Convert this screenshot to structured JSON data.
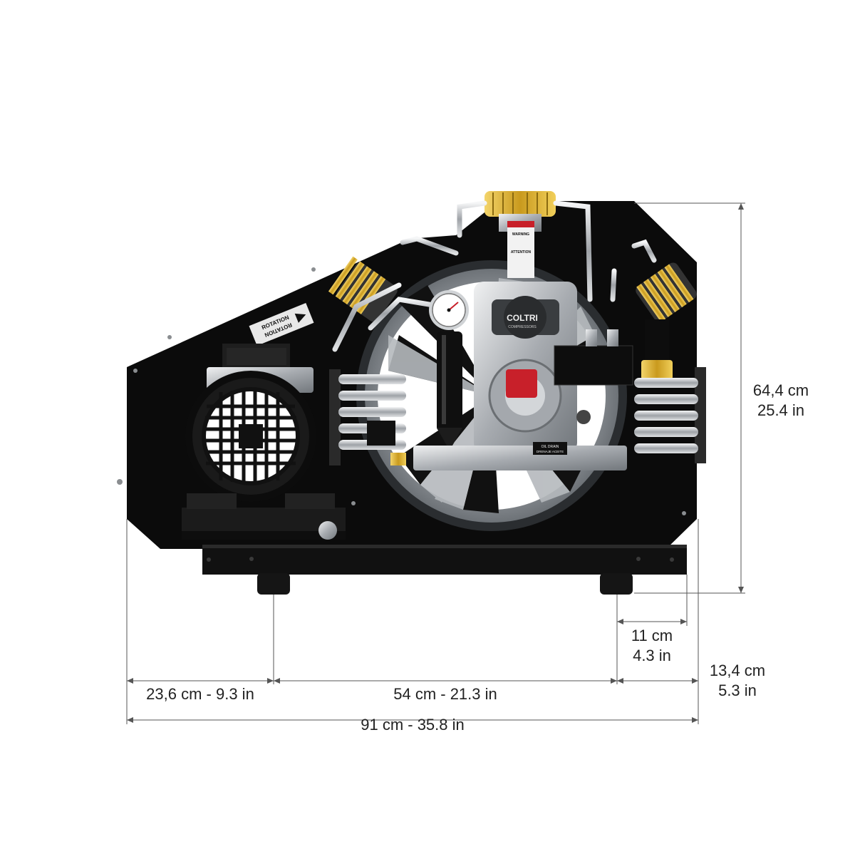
{
  "labels": {
    "height_cm": "64,4 cm",
    "height_in": "25.4 in",
    "foot_cm": "11 cm",
    "foot_in": "4.3 in",
    "side_cm": "13,4 cm",
    "side_in": "5.3 in",
    "left_span": "23,6 cm - 9.3 in",
    "mid_span": "54 cm - 21.3 in",
    "total_span": "91 cm - 35.8 in"
  },
  "machine": {
    "brand": "COLTRI",
    "brand_sub": "COMPRESSORS",
    "rotation_1": "ROTATION",
    "rotation_2": "ROTATION",
    "warning": "WARNING",
    "attention": "ATTENTION",
    "oil_drain_1": "OIL DRAIN",
    "oil_drain_2": "DRENAJE ACEITE"
  },
  "colors": {
    "frame": "#0b0b0b",
    "metal": "#b9bcc0",
    "gold": "#d9b23a",
    "red": "#c8202a",
    "line": "#555555"
  }
}
